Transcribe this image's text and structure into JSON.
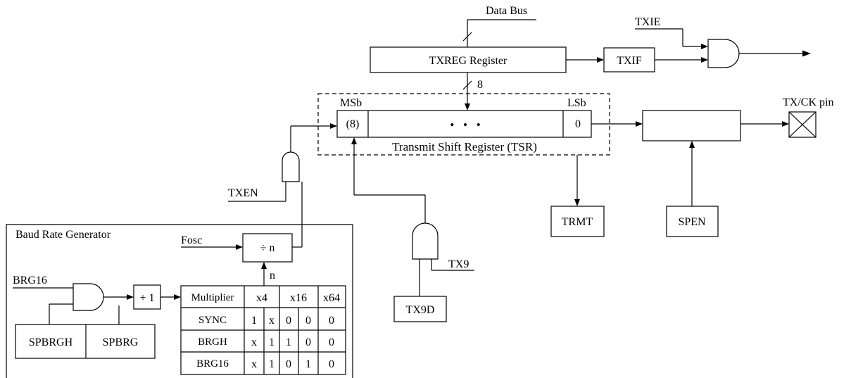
{
  "labels": {
    "data_bus": "Data Bus",
    "txie": "TXIE",
    "txreg": "TXREG Register",
    "txif": "TXIF",
    "bus_width": "8",
    "msb": "MSb",
    "lsb": "LSb",
    "tsr_bit_high": "(8)",
    "tsr_dots": "•   •   •",
    "tsr_bit_low": "0",
    "tsr_name": "Transmit Shift Register (TSR)",
    "tx_ck_pin": "TX/CK pin",
    "txen": "TXEN",
    "trmt": "TRMT",
    "spen": "SPEN",
    "tx9": "TX9",
    "tx9d": "TX9D",
    "baud_rate_generator": "Baud Rate Generator",
    "fosc": "Fosc",
    "divide_n": "÷ n",
    "n": "n",
    "brg16_in": "BRG16",
    "plus_one": "+ 1",
    "spbrgh": "SPBRGH",
    "spbrg": "SPBRG"
  },
  "multiplier_table": {
    "header": [
      "Multiplier",
      "x4",
      "x16",
      "x64"
    ],
    "rows": [
      {
        "name": "SYNC",
        "cells": [
          "1",
          "x",
          "0",
          "0",
          "0"
        ]
      },
      {
        "name": "BRGH",
        "cells": [
          "x",
          "1",
          "1",
          "0",
          "0"
        ]
      },
      {
        "name": "BRG16",
        "cells": [
          "x",
          "1",
          "0",
          "1",
          "0"
        ]
      }
    ]
  }
}
